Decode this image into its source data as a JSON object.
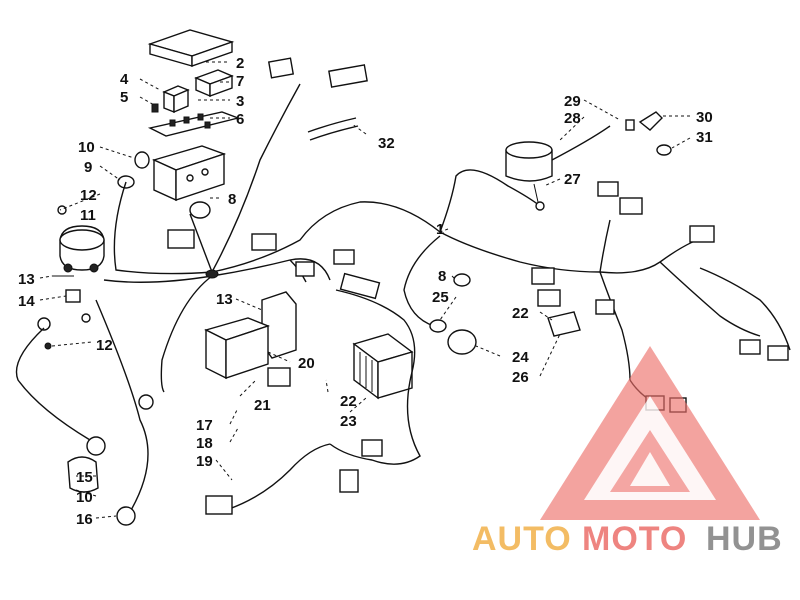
{
  "callouts": [
    {
      "id": "c2",
      "text": "2"
    },
    {
      "id": "c7",
      "text": "7"
    },
    {
      "id": "c4",
      "text": "4"
    },
    {
      "id": "c5",
      "text": "5"
    },
    {
      "id": "c3",
      "text": "3"
    },
    {
      "id": "c6",
      "text": "6"
    },
    {
      "id": "c10a",
      "text": "10"
    },
    {
      "id": "c9",
      "text": "9"
    },
    {
      "id": "c12a",
      "text": "12"
    },
    {
      "id": "c11",
      "text": "11"
    },
    {
      "id": "c8a",
      "text": "8"
    },
    {
      "id": "c13a",
      "text": "13"
    },
    {
      "id": "c14",
      "text": "14"
    },
    {
      "id": "c12b",
      "text": "12"
    },
    {
      "id": "c13b",
      "text": "13"
    },
    {
      "id": "c20",
      "text": "20"
    },
    {
      "id": "c21",
      "text": "21"
    },
    {
      "id": "c17",
      "text": "17"
    },
    {
      "id": "c18",
      "text": "18"
    },
    {
      "id": "c19",
      "text": "19"
    },
    {
      "id": "c15",
      "text": "15"
    },
    {
      "id": "c10b",
      "text": "10"
    },
    {
      "id": "c16",
      "text": "16"
    },
    {
      "id": "c22a",
      "text": "22"
    },
    {
      "id": "c23",
      "text": "23"
    },
    {
      "id": "c32",
      "text": "32"
    },
    {
      "id": "c29",
      "text": "29"
    },
    {
      "id": "c28",
      "text": "28"
    },
    {
      "id": "c30",
      "text": "30"
    },
    {
      "id": "c31",
      "text": "31"
    },
    {
      "id": "c27",
      "text": "27"
    },
    {
      "id": "c1",
      "text": "1"
    },
    {
      "id": "c8b",
      "text": "8"
    },
    {
      "id": "c25",
      "text": "25"
    },
    {
      "id": "c22b",
      "text": "22"
    },
    {
      "id": "c24",
      "text": "24"
    },
    {
      "id": "c26",
      "text": "26"
    }
  ],
  "watermark": {
    "part1": "AUTO",
    "part2": "MOTO",
    "part3": "HUB",
    "color_light": "#f2b14a",
    "color_mid": "#ec6f6a",
    "color_dark": "#7f7f7f"
  }
}
